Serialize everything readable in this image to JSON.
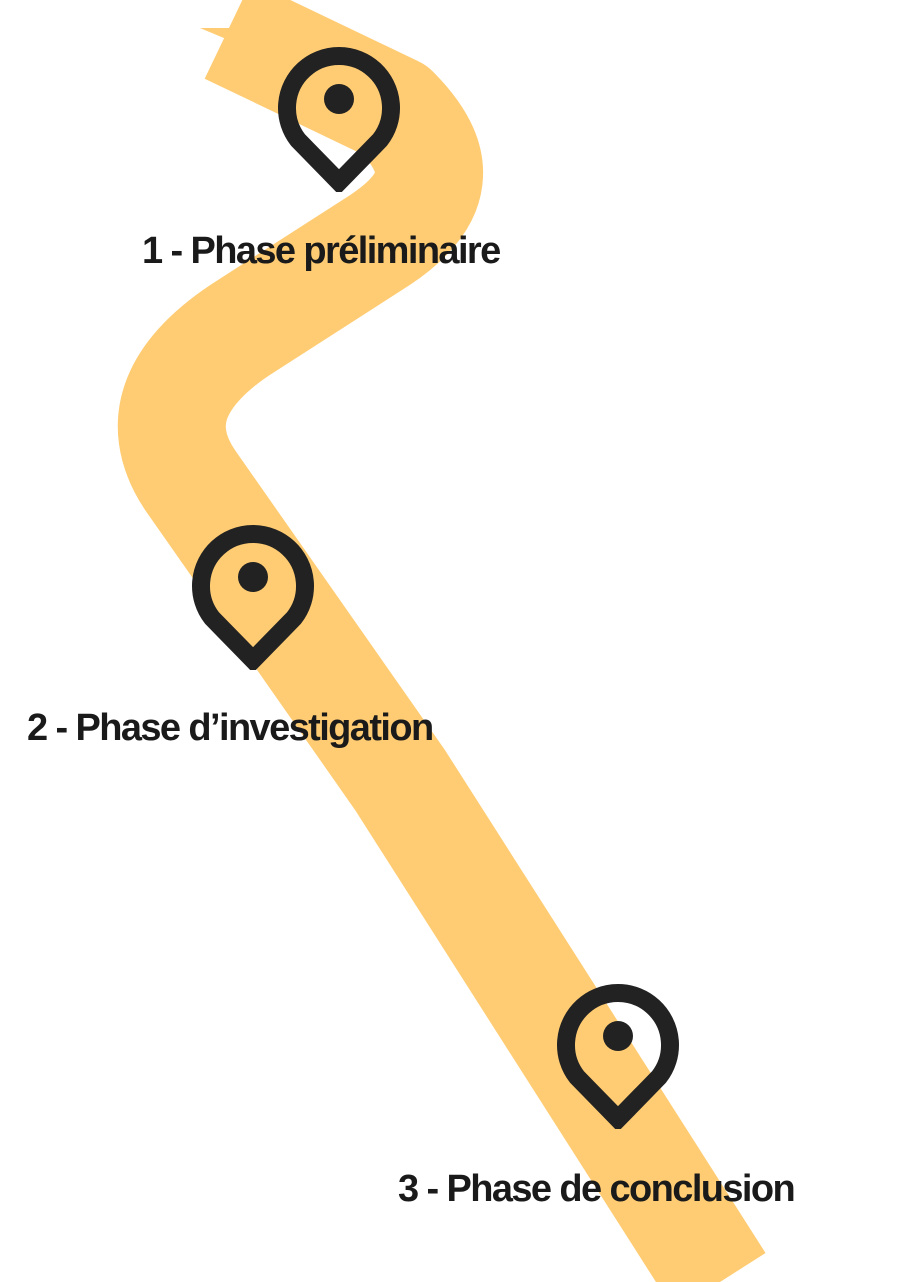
{
  "colors": {
    "road": "#ffcc73",
    "marker": "#222222",
    "text": "#1a1a1a",
    "background": "#ffffff"
  },
  "phases": [
    {
      "label": "1 - Phase préliminaire",
      "icon": "map-pin-icon"
    },
    {
      "label": "2 - Phase d’investigation",
      "icon": "map-pin-icon"
    },
    {
      "label": "3 - Phase de conclusion",
      "icon": "map-pin-icon"
    }
  ]
}
